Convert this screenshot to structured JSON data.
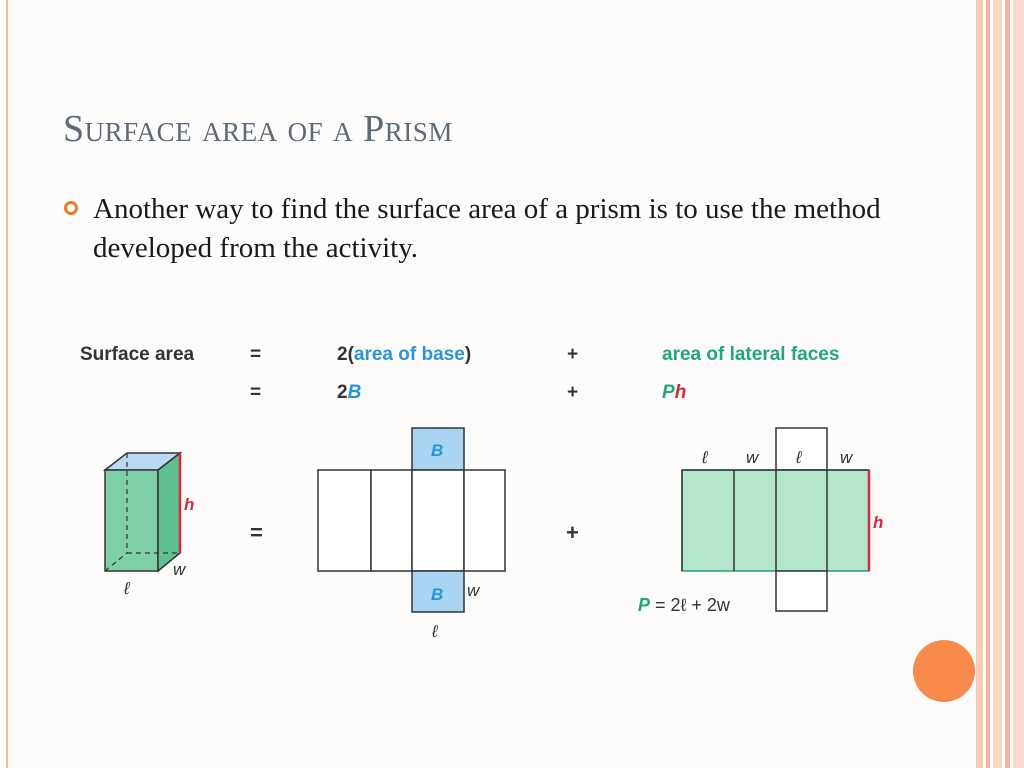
{
  "slide": {
    "title": "Surface area of a Prism",
    "bullet": "Another way to find the surface area of a prism is to use the method developed from the activity."
  },
  "formula": {
    "row1": {
      "label": "Surface area",
      "equals": "=",
      "term1_prefix": "2(",
      "term1_inner": "area of base",
      "term1_suffix": ")",
      "plus": "+",
      "term2": "area of lateral faces"
    },
    "row2": {
      "equals": "=",
      "term1_prefix": "2",
      "term1_var": "B",
      "plus": "+",
      "term2_p": "P",
      "term2_h": "h"
    }
  },
  "figure": {
    "prism": {
      "height": "h",
      "length": "ℓ",
      "width": "w"
    },
    "equals": "=",
    "plus": "+",
    "net": {
      "top_base": "B",
      "bottom_base": "B",
      "width": "w",
      "length": "ℓ"
    },
    "lateral": {
      "top_labels": [
        "ℓ",
        "w",
        "ℓ",
        "w"
      ],
      "height": "h",
      "perimeter_p": "P",
      "perimeter_rest": " = 2ℓ + 2w"
    }
  },
  "colors": {
    "title": "#5d6a78",
    "bullet_marker": "#f07a2e",
    "base_blue": "#2a95d4",
    "base_fill": "#a9d4f2",
    "lateral_green": "#1fa77a",
    "lateral_fill": "#b3e6cc",
    "height_red": "#d6283c",
    "accent_circle": "#f88a4c"
  }
}
